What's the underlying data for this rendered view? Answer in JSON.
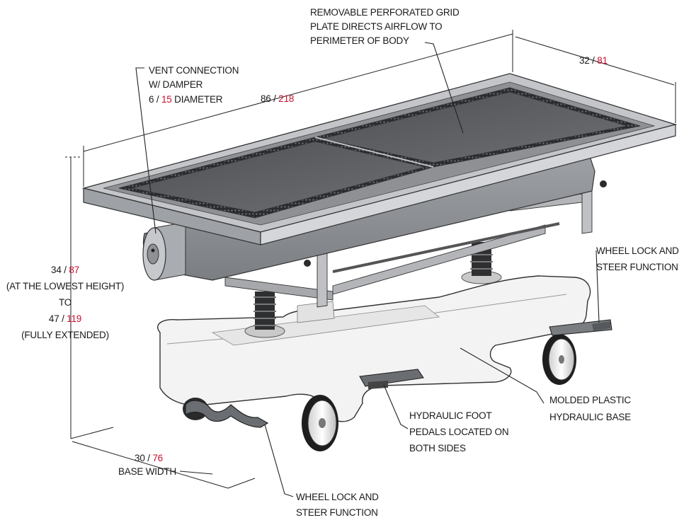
{
  "labels": {
    "grid_plate": [
      "REMOVABLE PERFORATED GRID",
      "PLATE DIRECTS AIRFLOW TO",
      "PERIMETER OF BODY"
    ],
    "vent_title": [
      "VENT CONNECTION",
      "W/ DAMPER"
    ],
    "vent_diameter": {
      "imperial": "6",
      "sep": " / ",
      "metric": "15",
      "suffix": " DIAMETER"
    },
    "length_dim": {
      "imperial": "86",
      "sep": " / ",
      "metric": "218"
    },
    "width_dim": {
      "imperial": "32",
      "sep": " / ",
      "metric": "81"
    },
    "height_low": {
      "imperial": "34",
      "sep": " / ",
      "metric": "87"
    },
    "height_low_note": "(AT THE LOWEST HEIGHT)",
    "height_to": "TO",
    "height_high": {
      "imperial": "47",
      "sep": " / ",
      "metric": "119"
    },
    "height_high_note": "(FULLY EXTENDED)",
    "base_width": {
      "imperial": "30",
      "sep": " / ",
      "metric": "76"
    },
    "base_width_title": "BASE WIDTH",
    "wheel_lock_right": [
      "WHEEL LOCK AND",
      "STEER FUNCTION"
    ],
    "wheel_lock_bottom": [
      "WHEEL LOCK AND",
      "STEER FUNCTION"
    ],
    "molded_base": [
      "MOLDED PLASTIC",
      "HYDRAULIC BASE"
    ],
    "foot_pedals": [
      "HYDRAULIC FOOT",
      "PEDALS LOCATED ON",
      "BOTH SIDES"
    ]
  },
  "colors": {
    "frame_steel": "#b9bbbe",
    "grid_plate": "#5e6064",
    "base_plastic": "#f4f4f4",
    "metric_text": "#c8102e"
  }
}
